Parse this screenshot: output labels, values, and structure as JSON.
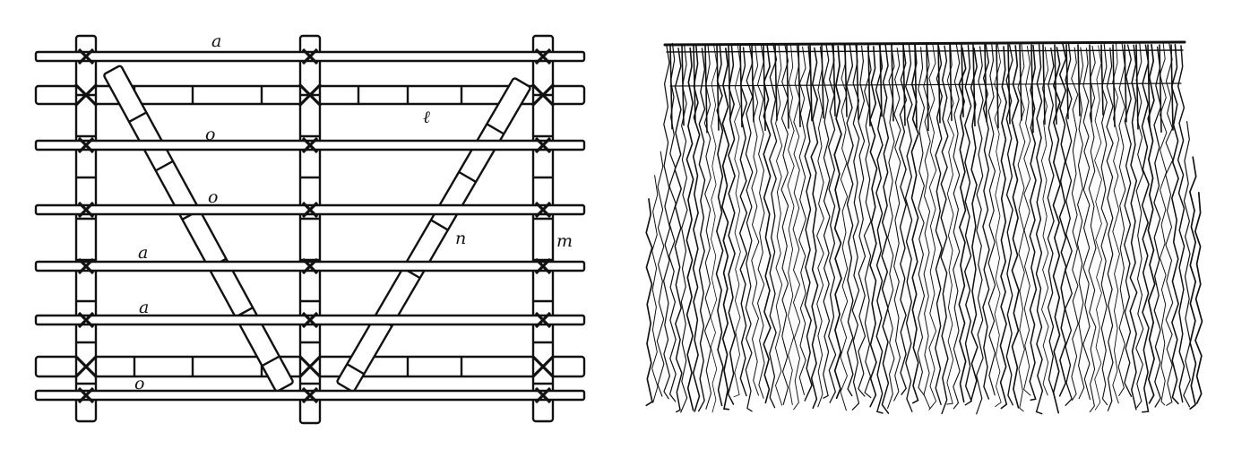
{
  "figure": {
    "frame_labels": [
      {
        "id": "a1",
        "text": "a"
      },
      {
        "id": "l",
        "text": "ℓ"
      },
      {
        "id": "o1",
        "text": "o"
      },
      {
        "id": "o2",
        "text": "o"
      },
      {
        "id": "a2",
        "text": "a"
      },
      {
        "id": "n",
        "text": "n"
      },
      {
        "id": "m",
        "text": "m"
      },
      {
        "id": "a3",
        "text": "a"
      },
      {
        "id": "o3",
        "text": "o"
      }
    ]
  },
  "colors": {
    "ink": "#111111",
    "paper": "#ffffff"
  }
}
